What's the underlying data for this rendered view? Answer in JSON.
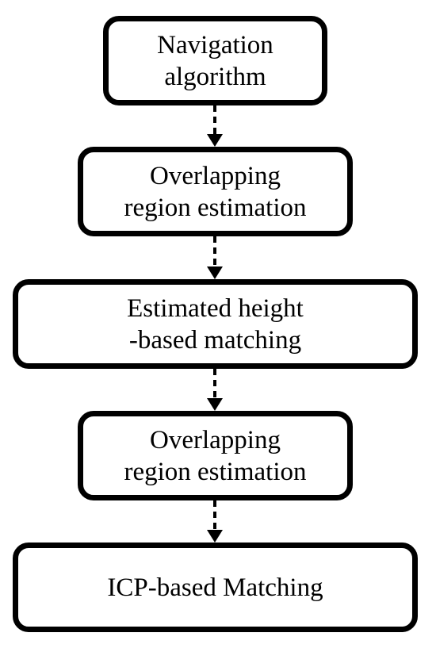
{
  "diagram": {
    "type": "flowchart",
    "colors": {
      "stroke": "#000000",
      "fill": "#ffffff",
      "text": "#000000"
    },
    "nodes": [
      {
        "id": "navigation-algorithm",
        "lines": [
          "Navigation",
          "algorithm"
        ]
      },
      {
        "id": "overlapping-region-estimation-1",
        "lines": [
          "Overlapping",
          "region estimation"
        ]
      },
      {
        "id": "estimated-height-matching",
        "lines": [
          "Estimated height",
          "-based matching"
        ]
      },
      {
        "id": "overlapping-region-estimation-2",
        "lines": [
          "Overlapping",
          "region estimation"
        ]
      },
      {
        "id": "icp-based-matching",
        "lines": [
          "ICP-based Matching"
        ]
      }
    ],
    "edges": [
      {
        "from": "navigation-algorithm",
        "to": "overlapping-region-estimation-1",
        "style": "dashed-arrow"
      },
      {
        "from": "overlapping-region-estimation-1",
        "to": "estimated-height-matching",
        "style": "dashed-arrow"
      },
      {
        "from": "estimated-height-matching",
        "to": "overlapping-region-estimation-2",
        "style": "dashed-arrow"
      },
      {
        "from": "overlapping-region-estimation-2",
        "to": "icp-based-matching",
        "style": "dashed-arrow"
      }
    ]
  }
}
